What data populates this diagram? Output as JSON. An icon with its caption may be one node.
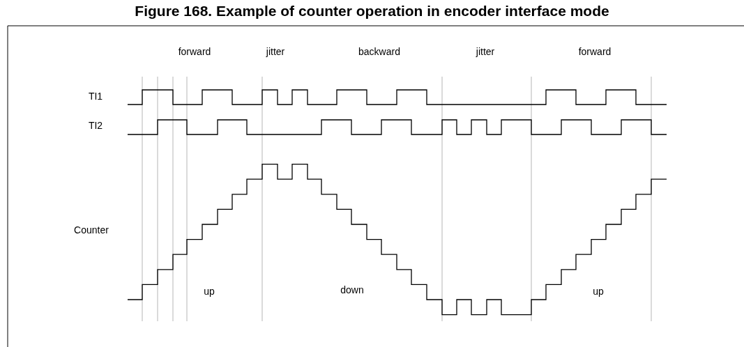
{
  "diagram": {
    "title": "Figure 168. Example of counter operation in encoder interface mode",
    "labels": [
      "forward",
      "jitter",
      "backward",
      "jitter",
      "forward",
      "TI1",
      "TI2",
      "Counter",
      "up",
      "down",
      "up"
    ]
  }
}
